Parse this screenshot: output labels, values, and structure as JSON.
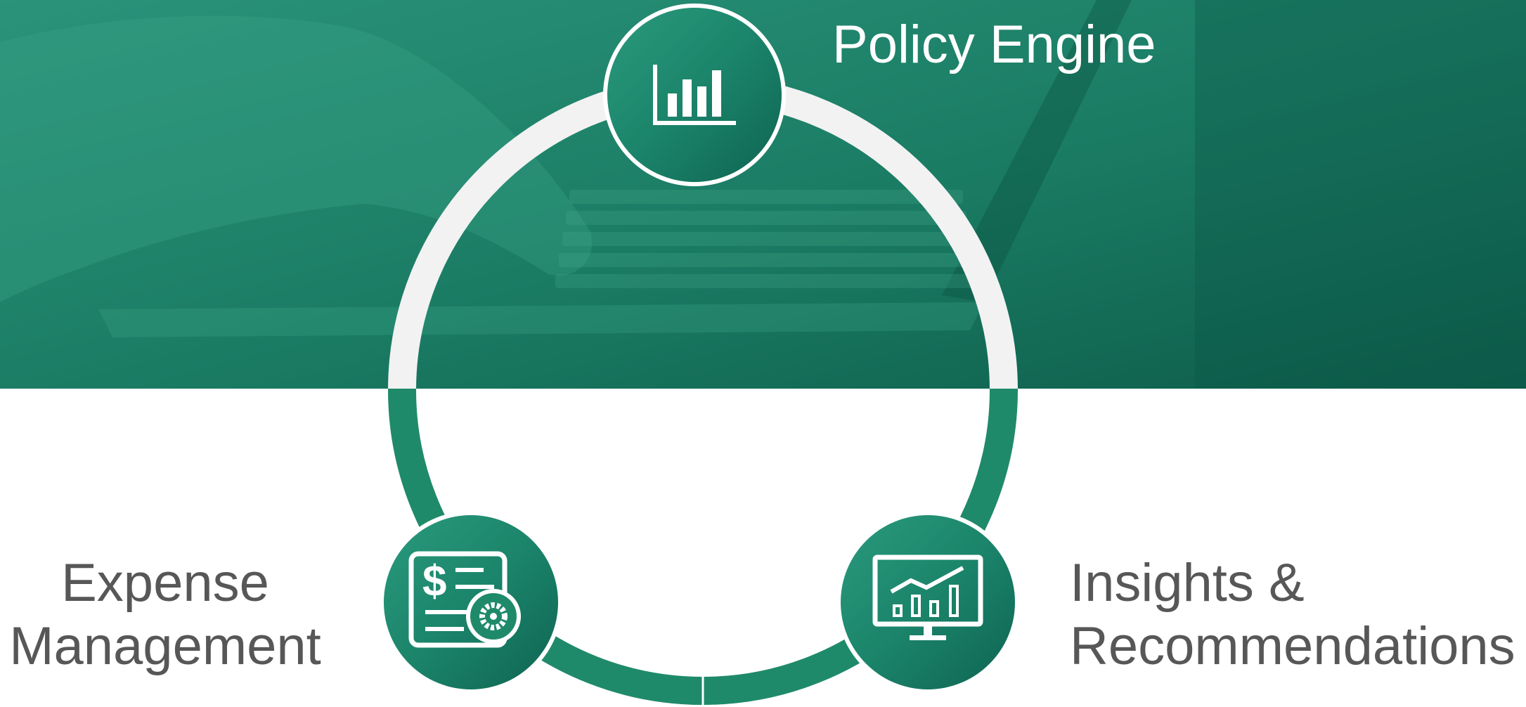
{
  "colors": {
    "brand_green": "#1f8a6a",
    "hero_dark": "#0f5e4c",
    "ring_light": "#f2f2f2",
    "text_gray": "#575757",
    "white": "#ffffff"
  },
  "nodes": [
    {
      "id": "policy-engine",
      "lines": [
        "Policy Engine"
      ],
      "icon": "bar-chart-icon"
    },
    {
      "id": "expense-management",
      "lines": [
        "Expense",
        "Management"
      ],
      "icon": "expense-report-icon"
    },
    {
      "id": "insights-recommendations",
      "lines": [
        "Insights &",
        "Recommendations"
      ],
      "icon": "monitor-chart-icon"
    }
  ]
}
